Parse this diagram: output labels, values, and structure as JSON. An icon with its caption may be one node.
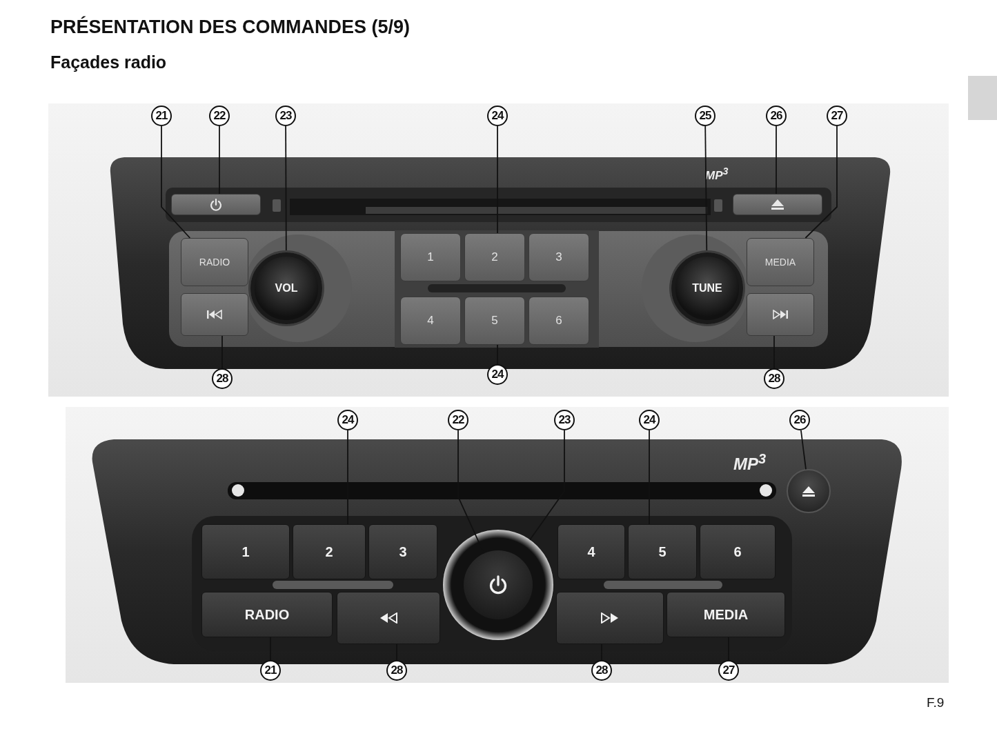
{
  "diagram": {
    "title": "PRÉSENTATION DES COMMANDES (5/9)",
    "nodes": [
      {
        "text": [
          "21"
        ]
      },
      {
        "text": [
          "22"
        ]
      },
      {
        "text": [
          "23"
        ]
      },
      {
        "text": [
          "24"
        ]
      },
      {
        "text": [
          "25"
        ]
      },
      {
        "text": [
          "26"
        ]
      },
      {
        "text": [
          "27"
        ]
      },
      {
        "text": [],
        "shape": "box"
      },
      {
        "text": [],
        "shape": "box"
      },
      {
        "text": [
          "RADIO"
        ]
      },
      {
        "text": [
          "VOL"
        ]
      },
      {
        "text": [
          "1"
        ]
      },
      {
        "text": [
          "2"
        ]
      },
      {
        "text": [
          "3"
        ]
      },
      {
        "text": [
          "4"
        ]
      },
      {
        "text": [
          "5"
        ]
      },
      {
        "text": [
          "6"
        ]
      },
      {
        "text": [
          "TUNE"
        ]
      },
      {
        "text": [
          "MEDIA"
        ]
      },
      {
        "text": [],
        "shape": "box"
      },
      {
        "text": [],
        "shape": "box"
      },
      {
        "text": [
          "28"
        ]
      },
      {
        "text": [
          "24"
        ]
      },
      {
        "text": [
          "28"
        ]
      },
      {
        "text": [
          "24"
        ]
      },
      {
        "text": [
          "22"
        ]
      },
      {
        "text": [
          "23"
        ]
      },
      {
        "text": [
          "24"
        ]
      },
      {
        "text": [
          "26"
        ]
      },
      {
        "text": [],
        "shape": "circle"
      },
      {
        "text": [
          "1"
        ]
      },
      {
        "text": [
          "2"
        ]
      },
      {
        "text": [
          "3"
        ]
      },
      {
        "text": [],
        "shape": "circle"
      },
      {
        "text": [],
        "shape": "circle",
        "in": 33
      },
      {
        "text": [
          "4"
        ]
      },
      {
        "text": [
          "5"
        ]
      },
      {
        "text": [
          "6"
        ]
      },
      {
        "text": [
          "RADIO"
        ]
      },
      {
        "text": [],
        "shape": "box"
      },
      {
        "text": [],
        "shape": "box"
      },
      {
        "text": [
          "MEDIA"
        ]
      },
      {
        "text": [
          "21"
        ]
      },
      {
        "text": [
          "28"
        ]
      },
      {
        "text": [
          "28"
        ]
      },
      {
        "text": [
          "27"
        ]
      }
    ],
    "edges": [
      {
        "from": 0,
        "to": 9,
        "arrow": "none"
      },
      {
        "from": 1,
        "to": 7,
        "arrow": "none"
      },
      {
        "from": 2,
        "to": 10,
        "arrow": "none"
      },
      {
        "from": 3,
        "to": 12,
        "arrow": "none"
      },
      {
        "from": 4,
        "to": 17,
        "arrow": "none"
      },
      {
        "from": 5,
        "to": 8,
        "arrow": "none"
      },
      {
        "from": 6,
        "to": 18,
        "arrow": "none"
      },
      {
        "from": 21,
        "to": 19,
        "arrow": "none"
      },
      {
        "from": 22,
        "to": 15,
        "arrow": "none"
      },
      {
        "from": 23,
        "to": 20,
        "arrow": "none"
      },
      {
        "from": 24,
        "to": 31,
        "arrow": "none"
      },
      {
        "from": 25,
        "to": 34,
        "arrow": "none"
      },
      {
        "from": 26,
        "to": 33,
        "arrow": "none"
      },
      {
        "from": 27,
        "to": 36,
        "arrow": "none"
      },
      {
        "from": 28,
        "to": 29,
        "arrow": "none"
      },
      {
        "from": 42,
        "to": 38,
        "arrow": "none"
      },
      {
        "from": 43,
        "to": 39,
        "arrow": "none"
      },
      {
        "from": 44,
        "to": 40,
        "arrow": "none"
      },
      {
        "from": 45,
        "to": 41,
        "arrow": "none"
      }
    ],
    "labels": [
      "Façades radio",
      "MP$^{3}$",
      "MP$^{3}$",
      "F.9"
    ]
  }
}
